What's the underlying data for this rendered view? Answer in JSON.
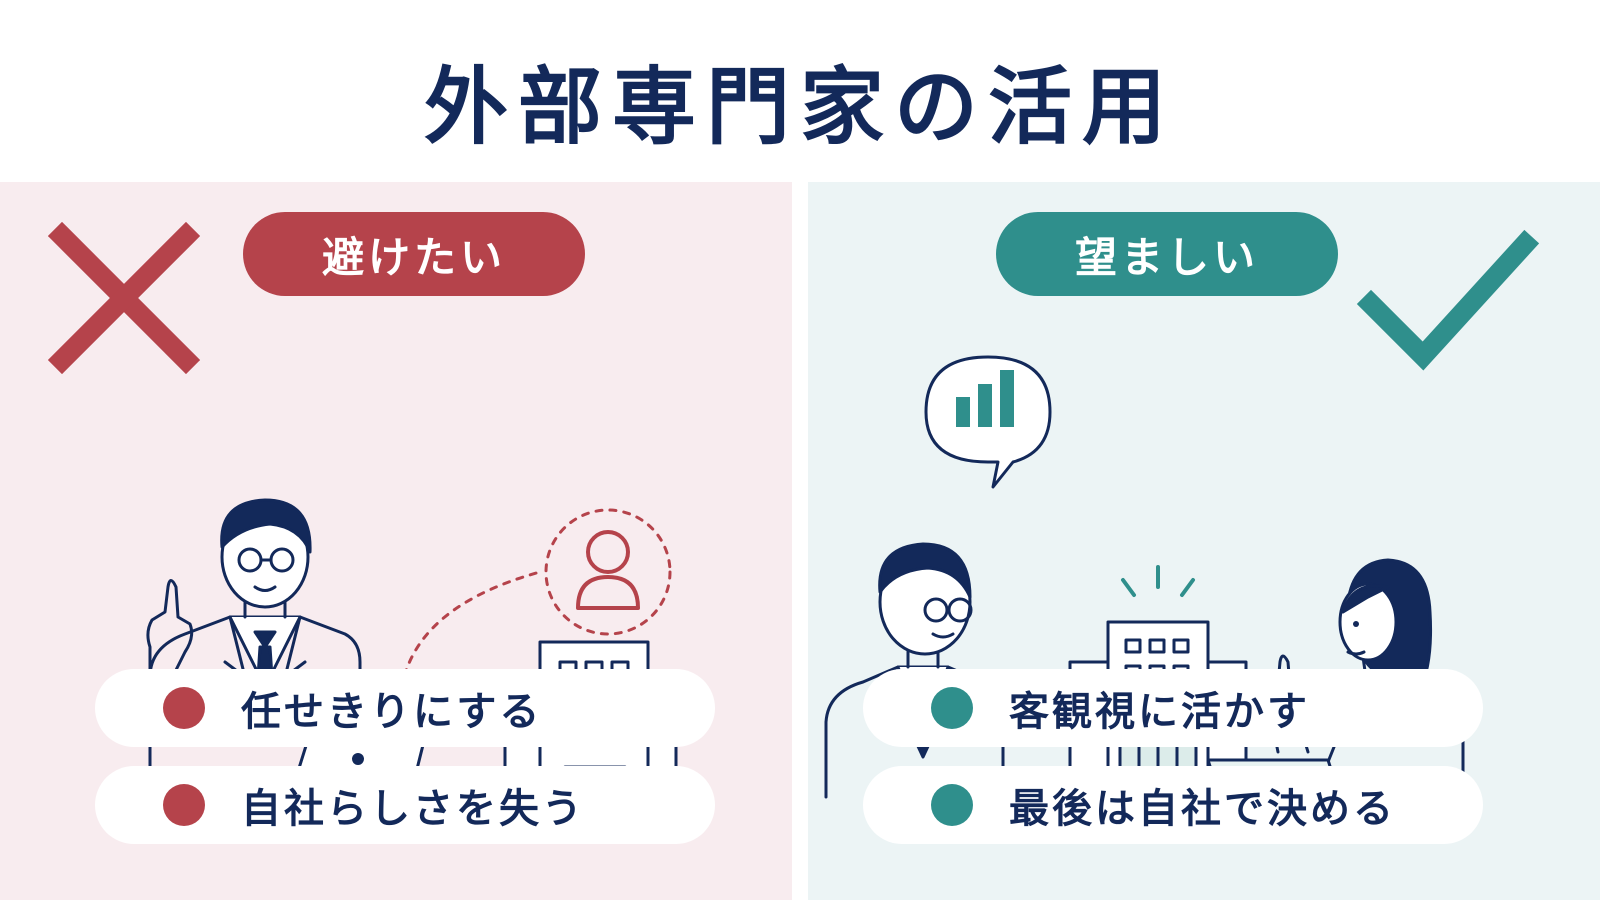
{
  "title": "外部専門家の活用",
  "left_panel": {
    "label": "避けたい",
    "items": [
      "任せきりにする",
      "自社らしさを失う"
    ]
  },
  "right_panel": {
    "label": "望ましい",
    "items": [
      "客観視に活かす",
      "最後は自社で決める"
    ]
  },
  "colors": {
    "navy": "#13295a",
    "bad": "#b5434b",
    "good": "#2f8f8c",
    "bad_bg": "#f8ecef",
    "good_bg": "#ecf4f5"
  },
  "icons": {
    "bad_mark": "cross-icon",
    "good_mark": "checkmark-icon"
  }
}
